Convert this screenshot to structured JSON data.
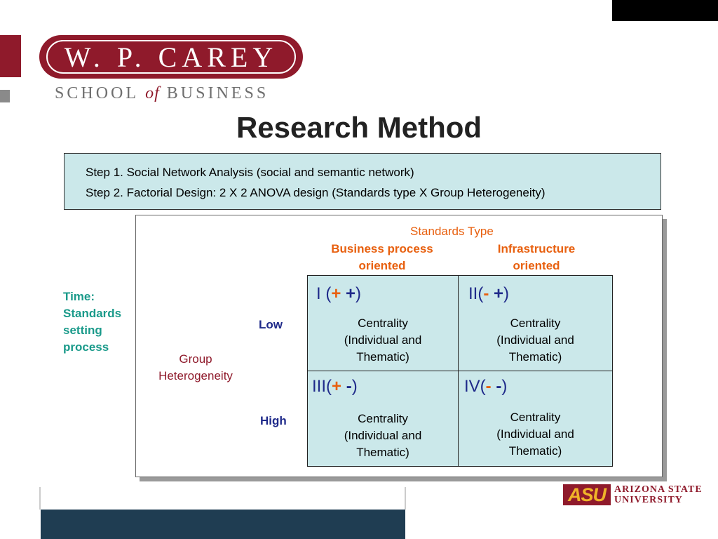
{
  "logo": {
    "name": "W. P. CAREY",
    "subtitle_pre": "SCHOOL ",
    "subtitle_of": "of",
    "subtitle_post": " BUSINESS"
  },
  "title": "Research Method",
  "steps": [
    "Step 1. Social Network Analysis (social and semantic network)",
    "Step 2. Factorial Design: 2 X 2 ANOVA design (Standards type X Group Heterogeneity)"
  ],
  "factors": {
    "standards_type": "Standards Type",
    "columns": [
      {
        "line1": "Business process",
        "line2": "oriented"
      },
      {
        "line1": "Infrastructure",
        "line2": "oriented"
      }
    ],
    "time": {
      "line1": "Time:",
      "line2": "Standards",
      "line3": "setting",
      "line4": "process"
    },
    "group": {
      "line1": "Group",
      "line2": "Heterogeneity"
    },
    "rows": [
      "Low",
      "High"
    ]
  },
  "cells": [
    {
      "numeral": "I (",
      "sign1": "+",
      "sign2": "+",
      "close": ")",
      "text": [
        "Centrality",
        "(Individual and",
        "Thematic)"
      ]
    },
    {
      "numeral": "II(",
      "sign1": "-",
      "sign2": "+",
      "close": ")",
      "text": [
        "Centrality",
        "(Individual and",
        "Thematic)"
      ]
    },
    {
      "numeral": "III(",
      "sign1": "+",
      "sign2": "-",
      "close": ")",
      "text": [
        "Centrality",
        "(Individual and",
        "Thematic)"
      ]
    },
    {
      "numeral": "IV(",
      "sign1": "-",
      "sign2": "-",
      "close": ")",
      "text": [
        "Centrality",
        "(Individual and",
        "Thematic)"
      ]
    }
  ],
  "asu": {
    "mark": "ASU",
    "line1": "ARIZONA STATE",
    "line2": "UNIVERSITY"
  },
  "colors": {
    "maroon": "#8f1a2b",
    "orange": "#e8600f",
    "navy": "#1f2a8a",
    "teal": "#1a9a8a",
    "box_fill": "#cbe8ea"
  }
}
